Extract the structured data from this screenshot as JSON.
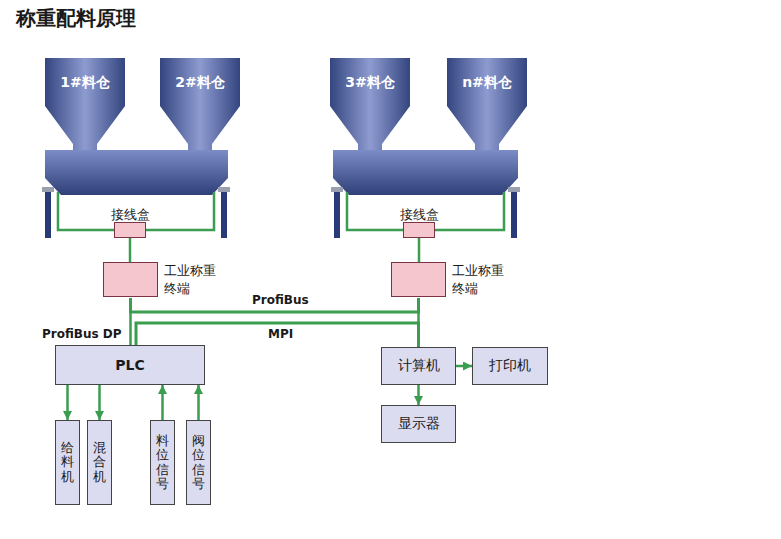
{
  "diagram": {
    "title": "称重配料原理",
    "nodes": [
      {
        "text": [
          "1#料仓"
        ]
      },
      {
        "text": [
          "2#料仓"
        ]
      },
      {
        "text": [
          "3#料仓"
        ]
      },
      {
        "text": [
          "n#料仓"
        ]
      },
      {
        "text": [
          "接线盒"
        ]
      },
      {
        "text": [
          "接线盒"
        ]
      },
      {
        "text": [
          "工业称重 终端"
        ]
      },
      {
        "text": [
          "工业称重 终端"
        ]
      },
      {
        "text": [
          "PLC"
        ]
      },
      {
        "text": [
          "计算机"
        ]
      },
      {
        "text": [
          "打印机"
        ]
      },
      {
        "text": [
          "显示器"
        ]
      },
      {
        "text": [
          "给料机"
        ]
      },
      {
        "text": [
          "混合机"
        ]
      },
      {
        "text": [
          "料位信号"
        ]
      },
      {
        "text": [
          "阀位信号"
        ]
      }
    ],
    "edges": [
      {
        "from": 4,
        "to": 6,
        "arrow": "none"
      },
      {
        "from": 5,
        "to": 7,
        "arrow": "none"
      },
      {
        "from": 6,
        "to": 8,
        "arrow": "none"
      },
      {
        "from": 6,
        "to": 7,
        "label": "ProfiBus",
        "arrow": "none"
      },
      {
        "from": 8,
        "to": 9,
        "label": "MPI",
        "arrow": "none"
      },
      {
        "from": 7,
        "to": 9,
        "arrow": "none"
      },
      {
        "from": 8,
        "to": 12,
        "arrow": "to"
      },
      {
        "from": 8,
        "to": 13,
        "arrow": "to"
      },
      {
        "from": 14,
        "to": 8,
        "arrow": "to"
      },
      {
        "from": 15,
        "to": 8,
        "arrow": "to"
      },
      {
        "from": 9,
        "to": 10,
        "arrow": "to"
      },
      {
        "from": 9,
        "to": 11,
        "arrow": "to"
      }
    ],
    "labels": [
      "ProfiBus DP"
    ]
  }
}
